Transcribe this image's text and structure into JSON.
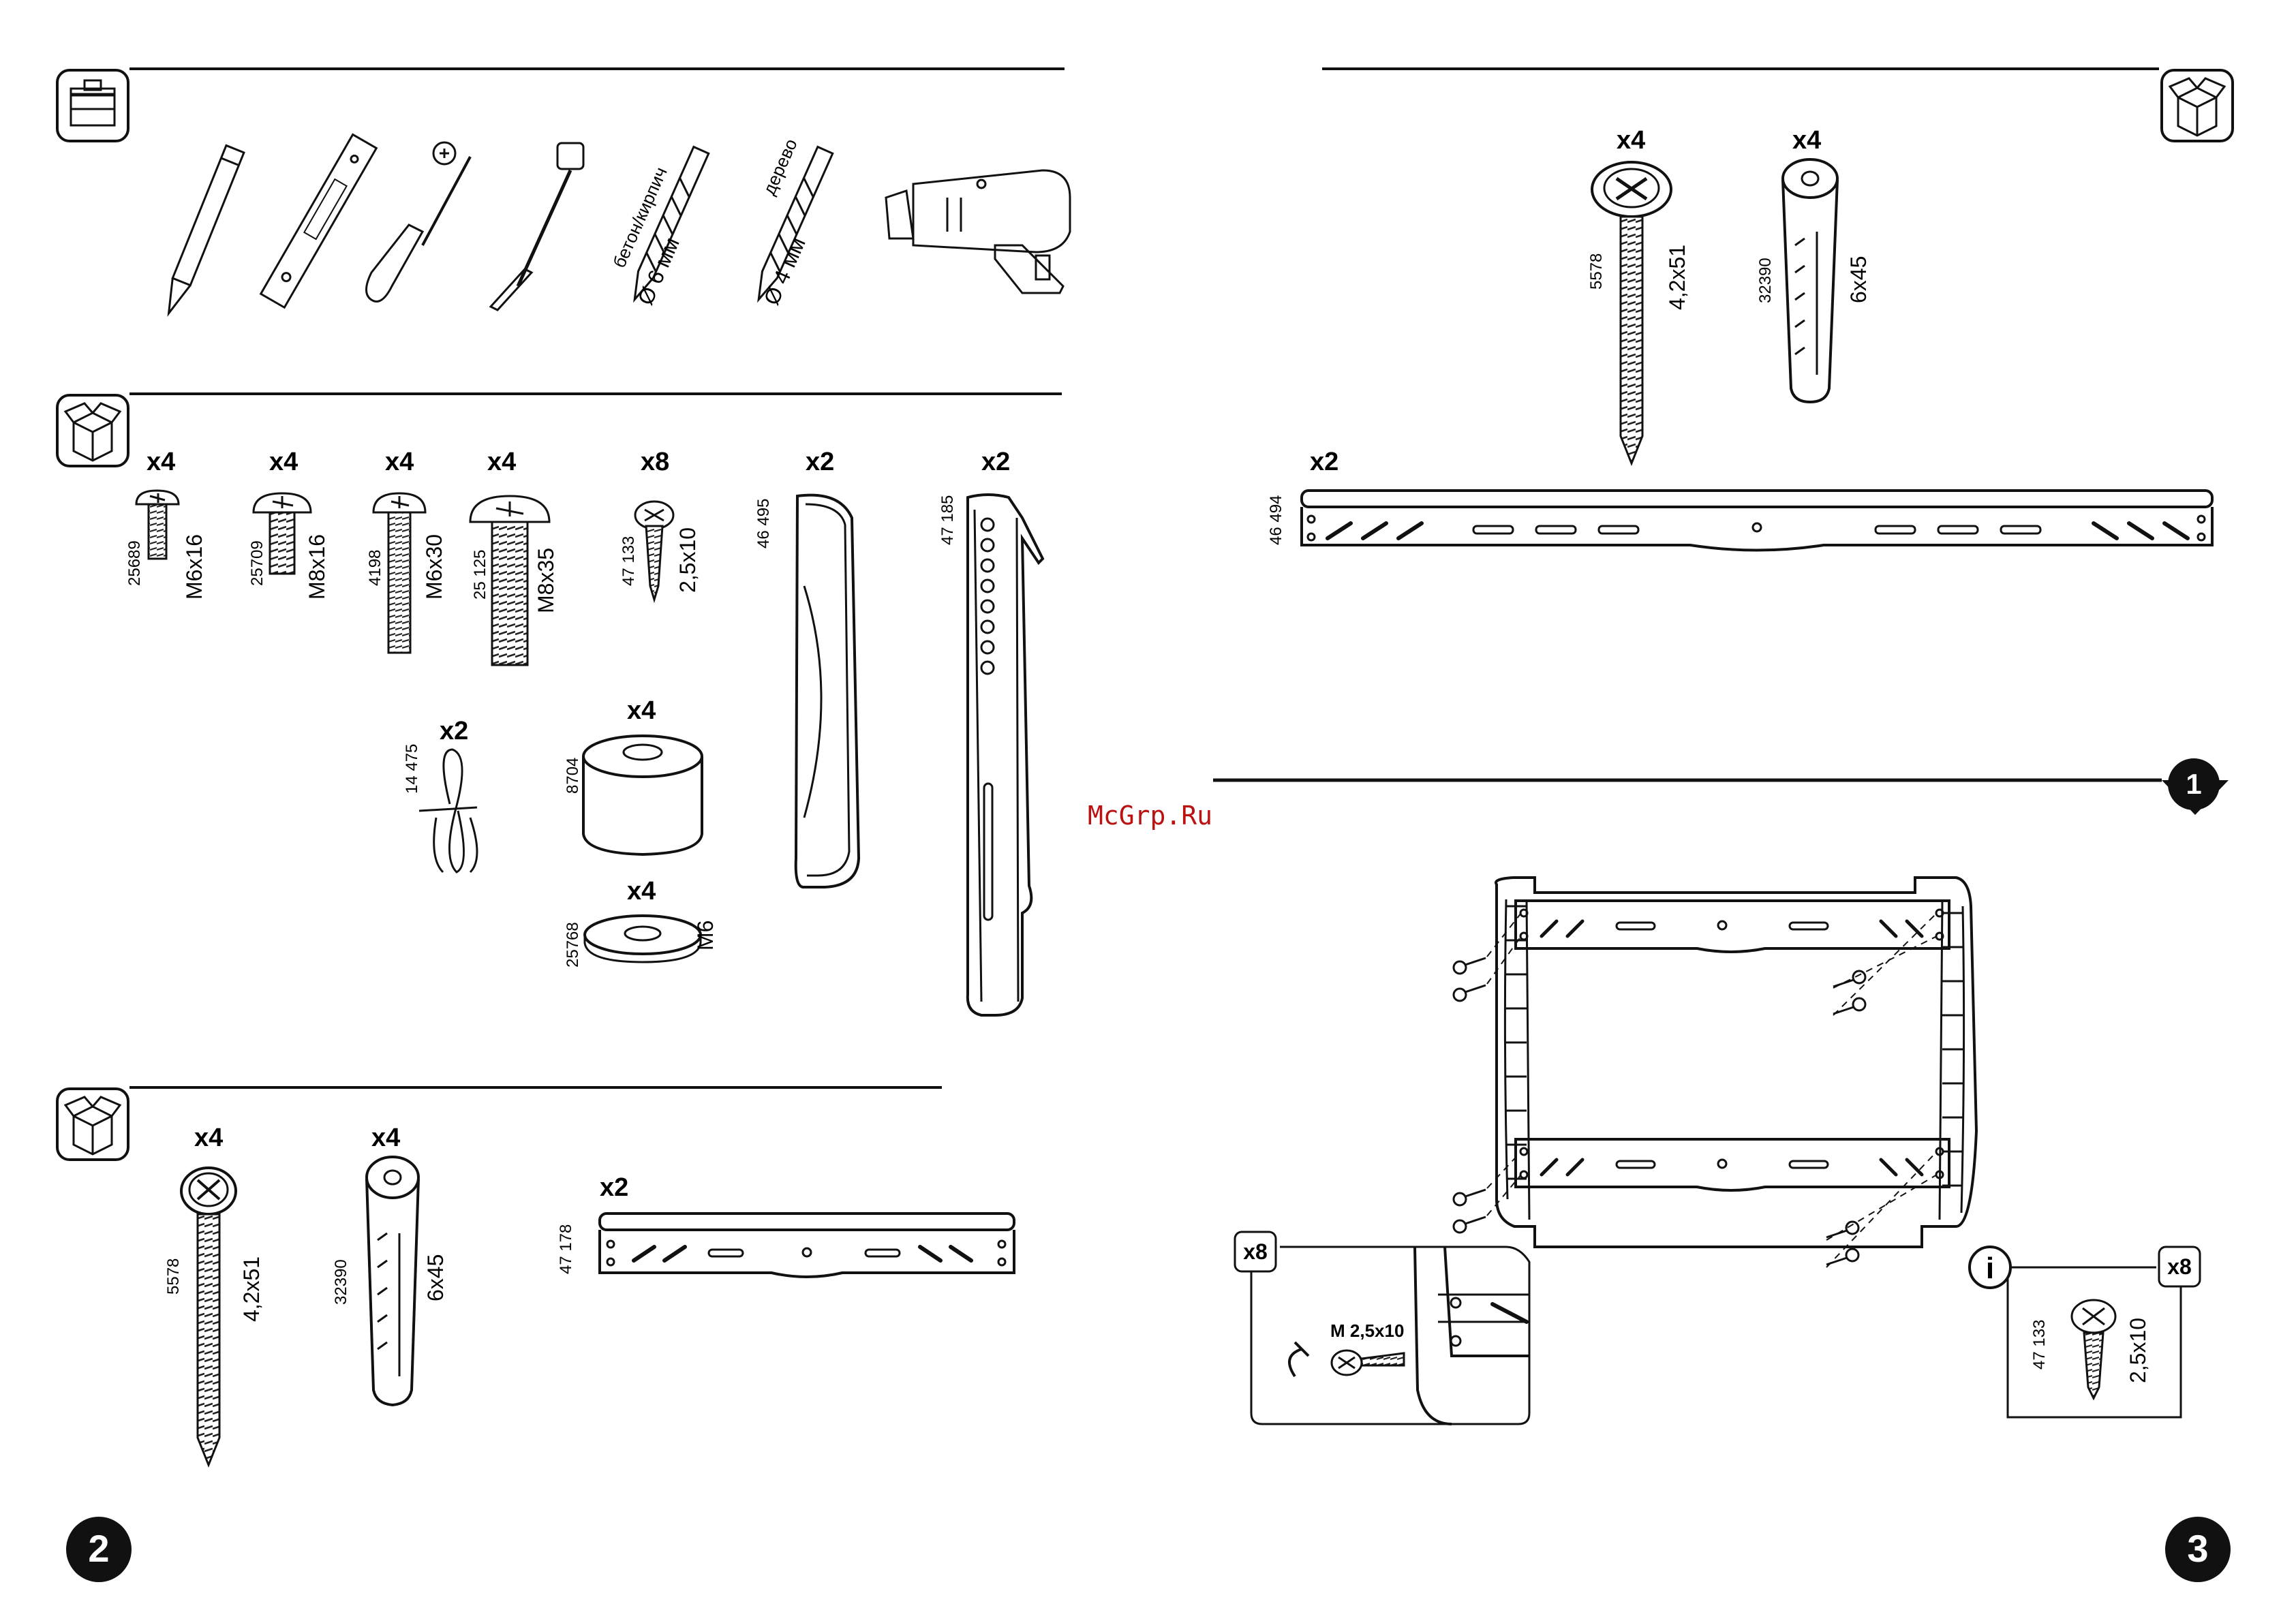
{
  "left_page": {
    "page_number": "2",
    "tools": {
      "concrete_bit_label": "бетон/кирпич",
      "concrete_bit_size": "Ø 6 мм",
      "wood_bit_label": "дерево",
      "wood_bit_size": "Ø 4 мм"
    },
    "kit_a": {
      "screws": [
        {
          "count": "x4",
          "code": "25689",
          "size": "M6x16"
        },
        {
          "count": "x4",
          "code": "25709",
          "size": "M8x16"
        },
        {
          "count": "x4",
          "code": "4198",
          "size": "M6x30"
        },
        {
          "count": "x4",
          "code": "25 125",
          "size": "M8x35"
        },
        {
          "count": "x8",
          "code": "47 133",
          "size": "2,5x10"
        }
      ],
      "arm_small": {
        "count": "x2",
        "code": "46 495"
      },
      "arm_large": {
        "count": "x2",
        "code": "47 185"
      },
      "cord": {
        "count": "x2",
        "code": "14 475"
      },
      "spacer": {
        "count": "x4",
        "code": "8704"
      },
      "washer": {
        "count": "x4",
        "code": "25768",
        "size": "M6"
      }
    },
    "kit_b": {
      "screw": {
        "count": "x4",
        "code": "5578",
        "size": "4,2x51"
      },
      "plug": {
        "count": "x4",
        "code": "32390",
        "size": "6x45"
      },
      "rail": {
        "count": "x2",
        "code": "47 178"
      }
    }
  },
  "watermark": "McGrp.Ru",
  "right_page": {
    "page_number": "3",
    "kit": {
      "screw": {
        "count": "x4",
        "code": "5578",
        "size": "4,2x51"
      },
      "plug": {
        "count": "x4",
        "code": "32390",
        "size": "6x45"
      },
      "rail": {
        "count": "x2",
        "code": "46 494"
      }
    },
    "step": {
      "number": "1",
      "detail_count": "x8",
      "detail_screw_label": "M 2,5x10",
      "info_icon": "i",
      "info_count": "x8",
      "info_code": "47 133",
      "info_size": "2,5x10"
    }
  }
}
